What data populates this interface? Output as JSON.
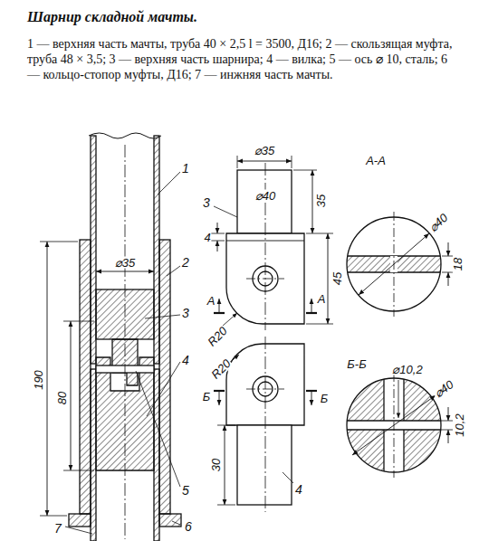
{
  "diagram": {
    "title": "Шарнир складной мачты.",
    "caption": "1 — верхняя часть мачты, труба 40 × 2,5 l = 3500, Д16; 2 — скользящая муфта, труба 48 × 3,5; 3 — верхняя часть шарнира; 4 — вилка; 5 — ось ⌀ 10, сталь; 6 — кольцо-стопор муфты, Д16; 7 — инжняя часть мачты.",
    "labels": [
      "1",
      "2",
      "3",
      "4",
      "5",
      "6",
      "7",
      "⌀35",
      "190",
      "80",
      "3",
      "⌀35",
      "⌀40",
      "35",
      "4",
      "45",
      "А",
      "А",
      "R20",
      "А-А",
      "⌀40",
      "18",
      "R20",
      "Б",
      "Б",
      "30",
      "4",
      "Б-Б",
      "⌀10,2",
      "⌀40",
      "10,2"
    ]
  }
}
